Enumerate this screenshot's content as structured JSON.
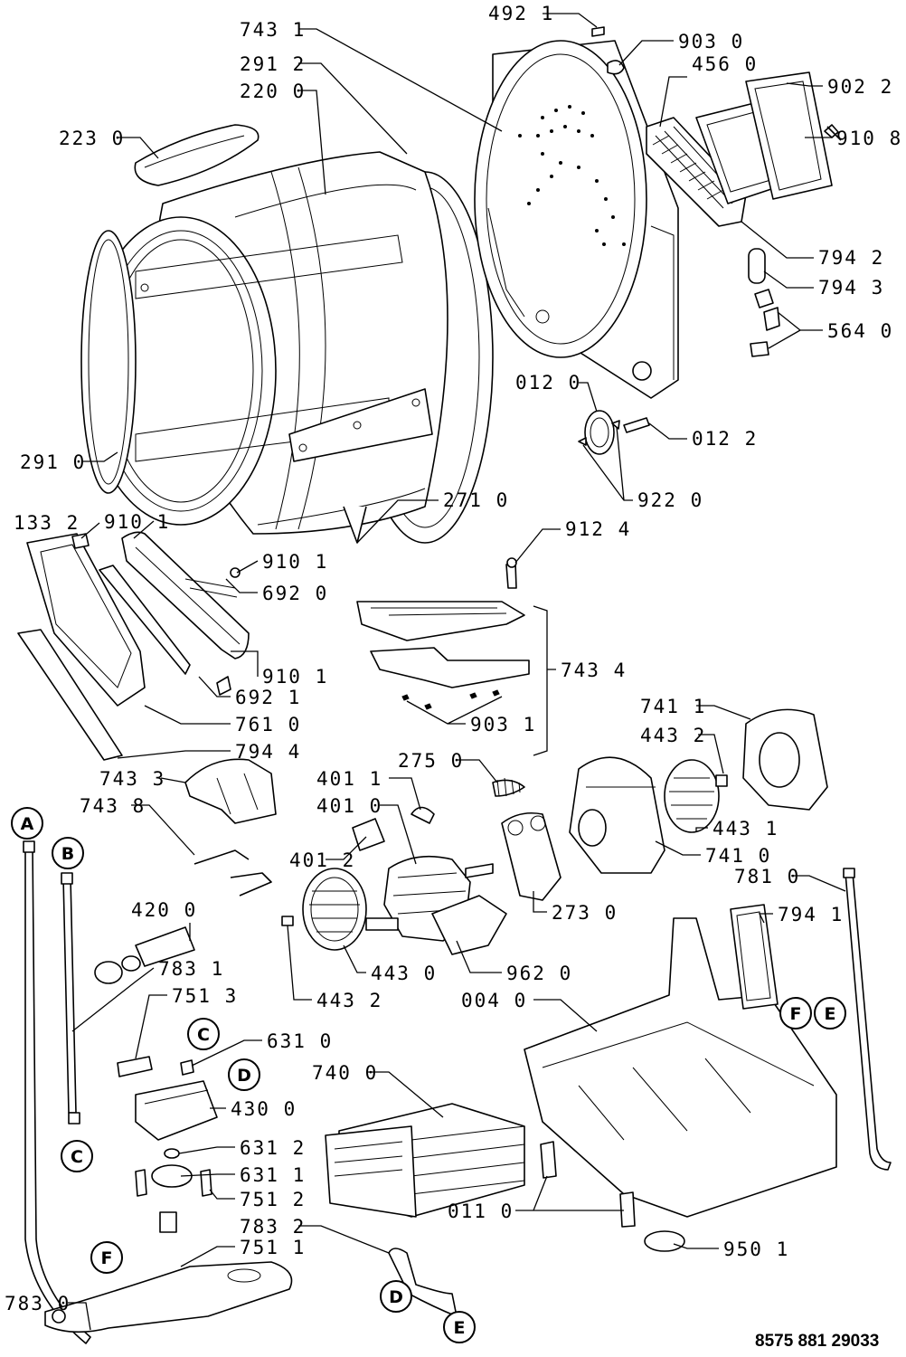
{
  "document_number": "8575 881 29033",
  "callouts": [
    {
      "id": "743_1",
      "text": "743 1"
    },
    {
      "id": "492_1",
      "text": "492 1"
    },
    {
      "id": "903_0",
      "text": "903 0"
    },
    {
      "id": "291_2",
      "text": "291 2"
    },
    {
      "id": "456_0",
      "text": "456 0"
    },
    {
      "id": "220_0",
      "text": "220 0"
    },
    {
      "id": "902_2",
      "text": "902 2"
    },
    {
      "id": "223_0",
      "text": "223 0"
    },
    {
      "id": "910_8",
      "text": "910 8"
    },
    {
      "id": "794_2",
      "text": "794 2"
    },
    {
      "id": "794_3",
      "text": "794 3"
    },
    {
      "id": "564_0",
      "text": "564 0"
    },
    {
      "id": "012_0",
      "text": "012 0"
    },
    {
      "id": "291_0",
      "text": "291 0"
    },
    {
      "id": "012_2",
      "text": "012 2"
    },
    {
      "id": "922_0",
      "text": "922 0"
    },
    {
      "id": "133_2",
      "text": "133 2"
    },
    {
      "id": "910_1a",
      "text": "910 1"
    },
    {
      "id": "271_0",
      "text": "271 0"
    },
    {
      "id": "912_4",
      "text": "912 4"
    },
    {
      "id": "910_1b",
      "text": "910 1"
    },
    {
      "id": "692_0",
      "text": "692 0"
    },
    {
      "id": "743_4",
      "text": "743 4"
    },
    {
      "id": "910_1c",
      "text": "910 1"
    },
    {
      "id": "692_1",
      "text": "692 1"
    },
    {
      "id": "761_0",
      "text": "761 0"
    },
    {
      "id": "903_1",
      "text": "903 1"
    },
    {
      "id": "794_4",
      "text": "794 4"
    },
    {
      "id": "741_1",
      "text": "741 1"
    },
    {
      "id": "443_2a",
      "text": "443 2"
    },
    {
      "id": "743_3",
      "text": "743 3"
    },
    {
      "id": "401_1",
      "text": "401 1"
    },
    {
      "id": "275_0",
      "text": "275 0"
    },
    {
      "id": "401_0",
      "text": "401 0"
    },
    {
      "id": "743_8",
      "text": "743 8"
    },
    {
      "id": "443_1",
      "text": "443 1"
    },
    {
      "id": "741_0",
      "text": "741 0"
    },
    {
      "id": "401_2",
      "text": "401 2"
    },
    {
      "id": "781_0",
      "text": "781 0"
    },
    {
      "id": "420_0",
      "text": "420 0"
    },
    {
      "id": "273_0",
      "text": "273 0"
    },
    {
      "id": "794_1",
      "text": "794 1"
    },
    {
      "id": "443_0",
      "text": "443 0"
    },
    {
      "id": "962_0",
      "text": "962 0"
    },
    {
      "id": "783_1",
      "text": "783 1"
    },
    {
      "id": "443_2b",
      "text": "443 2"
    },
    {
      "id": "751_3",
      "text": "751 3"
    },
    {
      "id": "004_0",
      "text": "004 0"
    },
    {
      "id": "631_0",
      "text": "631 0"
    },
    {
      "id": "740_0",
      "text": "740 0"
    },
    {
      "id": "430_0",
      "text": "430 0"
    },
    {
      "id": "631_2",
      "text": "631 2"
    },
    {
      "id": "631_1",
      "text": "631 1"
    },
    {
      "id": "751_2",
      "text": "751 2"
    },
    {
      "id": "011_0",
      "text": "011 0"
    },
    {
      "id": "783_2",
      "text": "783 2"
    },
    {
      "id": "751_1",
      "text": "751 1"
    },
    {
      "id": "950_1",
      "text": "950 1"
    },
    {
      "id": "783_0",
      "text": "783 0"
    }
  ],
  "connectors": [
    {
      "id": "A1",
      "text": "A"
    },
    {
      "id": "B1",
      "text": "B"
    },
    {
      "id": "C1",
      "text": "C"
    },
    {
      "id": "D1",
      "text": "D"
    },
    {
      "id": "C2",
      "text": "C"
    },
    {
      "id": "F1",
      "text": "F"
    },
    {
      "id": "D2",
      "text": "D"
    },
    {
      "id": "E1",
      "text": "E"
    },
    {
      "id": "F2",
      "text": "F"
    },
    {
      "id": "E2",
      "text": "E"
    }
  ]
}
